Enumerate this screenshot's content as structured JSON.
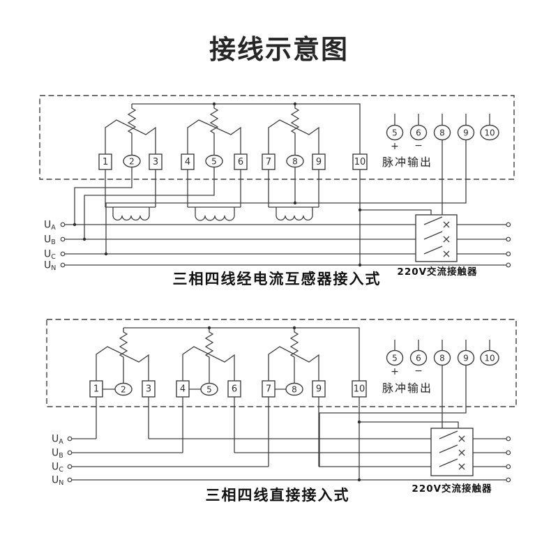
{
  "title": "接线示意图",
  "top": {
    "caption": "三相四线经电流互感器接入式",
    "contactor_label": "220V交流接触器",
    "pulse_label": "脉冲输出",
    "pulse_plus": "+",
    "pulse_minus": "−",
    "pulse_terminals": [
      "5",
      "6",
      "8",
      "9",
      "10"
    ],
    "box_terminals": [
      "1",
      "3",
      "4",
      "6",
      "7",
      "9",
      "10"
    ],
    "tap_terminals": [
      "2",
      "5",
      "8"
    ],
    "phases": [
      {
        "base": "U",
        "sub": "A"
      },
      {
        "base": "U",
        "sub": "B"
      },
      {
        "base": "U",
        "sub": "C"
      },
      {
        "base": "U",
        "sub": "N"
      }
    ]
  },
  "bottom": {
    "caption": "三相四线直接接入式",
    "contactor_label": "220V交流接触器",
    "pulse_label": "脉冲输出",
    "pulse_plus": "+",
    "pulse_minus": "−",
    "pulse_terminals": [
      "5",
      "6",
      "8",
      "9",
      "10"
    ],
    "box_terminals": [
      "1",
      "3",
      "4",
      "6",
      "7",
      "9",
      "10"
    ],
    "tap_terminals": [
      "2",
      "5",
      "8"
    ],
    "phases": [
      {
        "base": "U",
        "sub": "A"
      },
      {
        "base": "U",
        "sub": "B"
      },
      {
        "base": "U",
        "sub": "C"
      },
      {
        "base": "U",
        "sub": "N"
      }
    ]
  }
}
